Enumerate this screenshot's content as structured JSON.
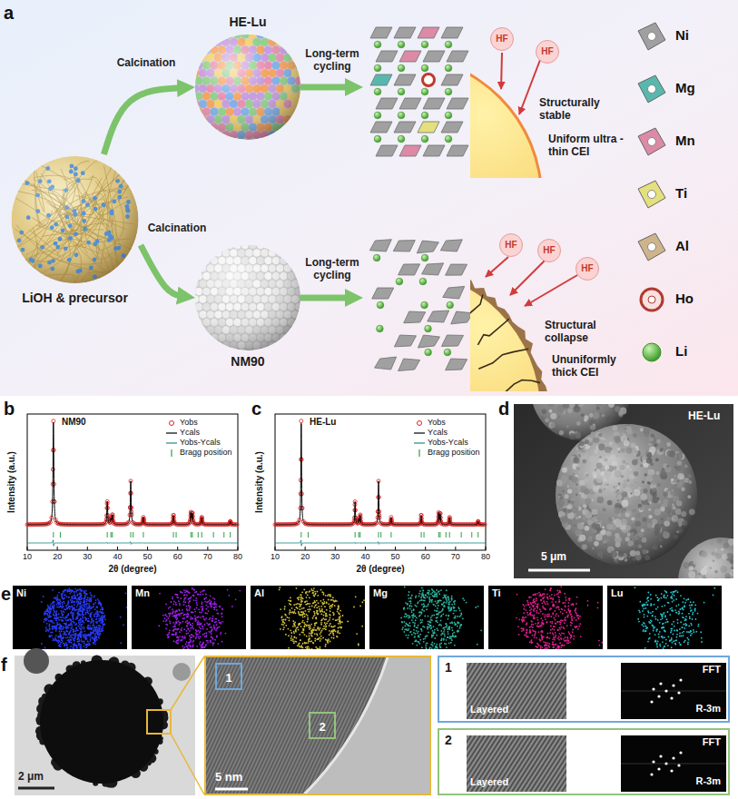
{
  "diagram": {
    "nodes": [
      {
        "text": [
          "LiOH & precursor"
        ]
      },
      {
        "text": [
          "HE-Lu"
        ]
      },
      {
        "text": [
          "NM90"
        ]
      },
      {
        "text": [
          "Structurally stable",
          "Uniform ultra -thin CEI"
        ]
      },
      {
        "text": [
          "HF"
        ],
        "in": 3
      },
      {
        "text": [
          "HF"
        ],
        "in": 3
      },
      {
        "text": [
          "Structural collapse",
          "Ununiformly thick CEI"
        ]
      },
      {
        "text": [
          "HF"
        ],
        "in": 6
      },
      {
        "text": [
          "HF"
        ],
        "in": 6
      },
      {
        "text": [
          "HF"
        ],
        "in": 6
      },
      {
        "text": [
          "5 nm"
        ]
      },
      {
        "text": [
          "1"
        ],
        "in": 10
      },
      {
        "text": [
          "2"
        ],
        "in": 10
      },
      {
        "text": [
          "1",
          "Layered",
          "FFT",
          "R-3m"
        ]
      },
      {
        "text": [
          "2",
          "Layered",
          "FFT",
          "R-3m"
        ]
      }
    ],
    "edges": [
      {
        "from": 0,
        "to": 1,
        "arrow": "to",
        "label": "Calcination"
      },
      {
        "from": 0,
        "to": 2,
        "arrow": "to",
        "label": "Calcination"
      },
      {
        "from": 1,
        "to": 3,
        "arrow": "to",
        "label": "Long-term cycling"
      },
      {
        "from": 2,
        "to": 6,
        "arrow": "to",
        "label": "Long-term cycling"
      }
    ],
    "labels": [
      "a",
      "b",
      "NM90",
      "Intensity (a.u.)",
      "2θ (degree)",
      "10",
      "20",
      "30",
      "40",
      "50",
      "60",
      "70",
      "80",
      "c",
      "HE-Lu",
      "Intensity (a.u.)",
      "2θ (degree)",
      "10",
      "20",
      "30",
      "40",
      "50",
      "60",
      "70",
      "80",
      "d",
      "HE-Lu",
      "5 μm",
      "e",
      "Ni",
      "Mn",
      "Al",
      "Mg",
      "Ti",
      "Lu",
      "f",
      "2 μm"
    ],
    "legend": [
      {
        "text": "Ni"
      },
      {
        "text": "Mg"
      },
      {
        "text": "Mn"
      },
      {
        "text": "Ti"
      },
      {
        "text": "Al"
      },
      {
        "text": "Ho"
      },
      {
        "text": "Li"
      },
      {
        "text": "Yobs"
      },
      {
        "text": "Ycals"
      },
      {
        "text": "Yobs-Ycals"
      },
      {
        "text": "Bragg position"
      },
      {
        "text": "Yobs"
      },
      {
        "text": "Ycals"
      },
      {
        "text": "Yobs-Ycals"
      },
      {
        "text": "Bragg position"
      }
    ]
  }
}
